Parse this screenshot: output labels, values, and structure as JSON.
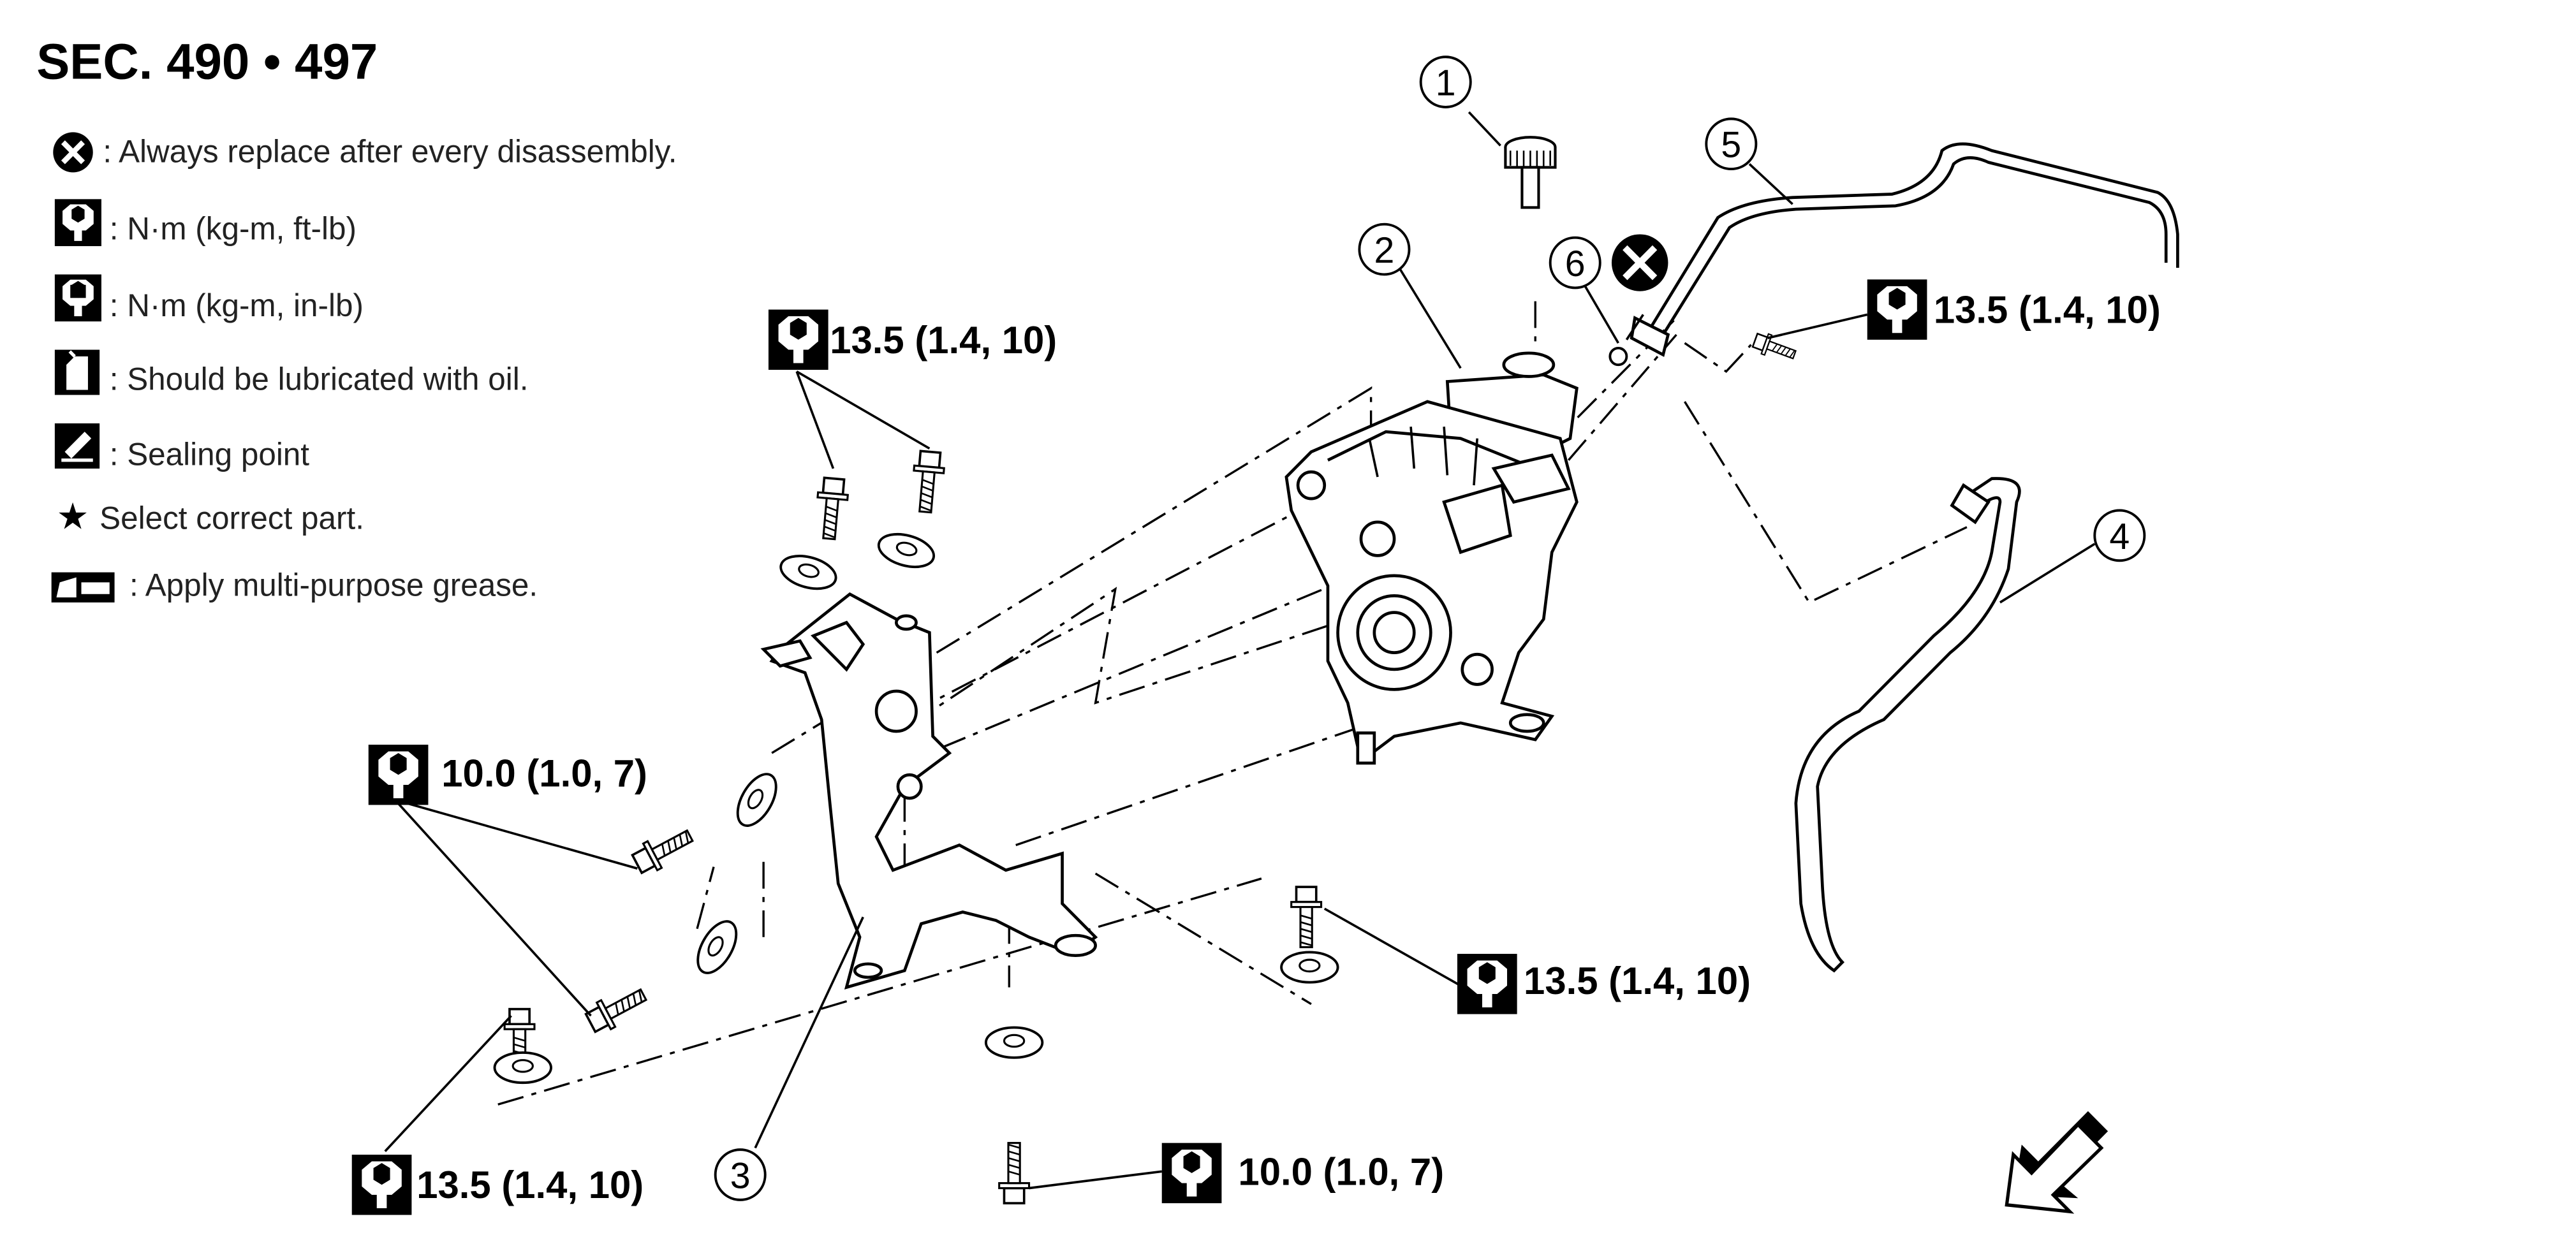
{
  "header": {
    "section": "SEC. 490 • 497"
  },
  "legend": [
    {
      "icon": "replace-x-icon",
      "text": ": Always replace after every disassembly."
    },
    {
      "icon": "torque-wrench-icon",
      "text": ": N·m (kg-m, ft-lb)"
    },
    {
      "icon": "torque-wrench-inlb-icon",
      "text": ": N·m (kg-m, in-lb)"
    },
    {
      "icon": "oil-can-icon",
      "text": ": Should be lubricated with oil."
    },
    {
      "icon": "sealing-point-icon",
      "text": ": Sealing point"
    },
    {
      "icon": "star-icon",
      "glyph": "★",
      "text": "Select correct part."
    },
    {
      "icon": "grease-icon",
      "text": ": Apply multi-purpose grease."
    }
  ],
  "torque_specs": {
    "bracket_top_bolts": "13.5 (1.4, 10)",
    "hose_fitting_bolt": "13.5 (1.4, 10)",
    "bracket_left_bolts": "10.0 (1.0, 7)",
    "bracket_right_bolt": "13.5 (1.4, 10)",
    "bracket_bottom_left_bolt": "13.5 (1.4, 10)",
    "bracket_bottom_center_bolt": "10.0 (1.0, 7)"
  },
  "callouts": {
    "c1": "1",
    "c2": "2",
    "c3": "3",
    "c4": "4",
    "c5": "5",
    "c6": "6"
  }
}
